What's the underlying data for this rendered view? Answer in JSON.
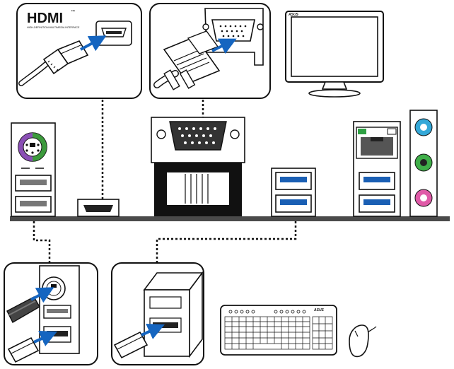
{
  "hdmi_panel": {
    "logo": "HDMI",
    "tm": "™",
    "tagline": "HIGH-DEFINITION MULTIMEDIA INTERFACE"
  },
  "monitor": {
    "brand": "ASUS"
  },
  "keyboard": {
    "brand": "ASUS"
  },
  "colors": {
    "usb_blue": "#1a5fb4",
    "lan_green": "#2ea043",
    "audio_line_in": "#34a8d8",
    "audio_line_out": "#3fae49",
    "audio_mic": "#e05aa8",
    "ps2_green": "#3c9a3c",
    "ps2_purple": "#8a4fb5",
    "arrow_blue": "#1565c0",
    "board": "#4a4a4a"
  }
}
